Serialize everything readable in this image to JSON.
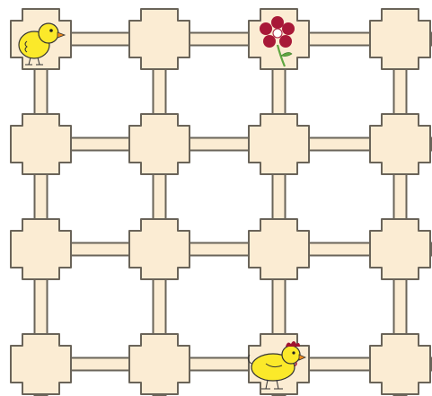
{
  "puzzle": {
    "grid_rows": 4,
    "grid_cols": 4,
    "start": {
      "label": "chick",
      "row": 1,
      "col": 1
    },
    "goal": {
      "label": "flower",
      "row": 1,
      "col": 3
    },
    "hen": {
      "label": "hen",
      "row": 4,
      "col": 3
    }
  },
  "colors": {
    "path_fill": "#fbecd3",
    "outline": "#6a6459",
    "background": "#ffffff",
    "chick_body": "#fbe92a",
    "chick_beak": "#f08a1c",
    "flower_petal": "#a81938",
    "flower_center": "#ffffff",
    "flower_stem": "#5fa640",
    "hen_body": "#fbe92a",
    "hen_comb": "#a01430"
  },
  "icons": {
    "start": "chick-icon",
    "goal": "flower-icon",
    "extra": "hen-icon"
  }
}
